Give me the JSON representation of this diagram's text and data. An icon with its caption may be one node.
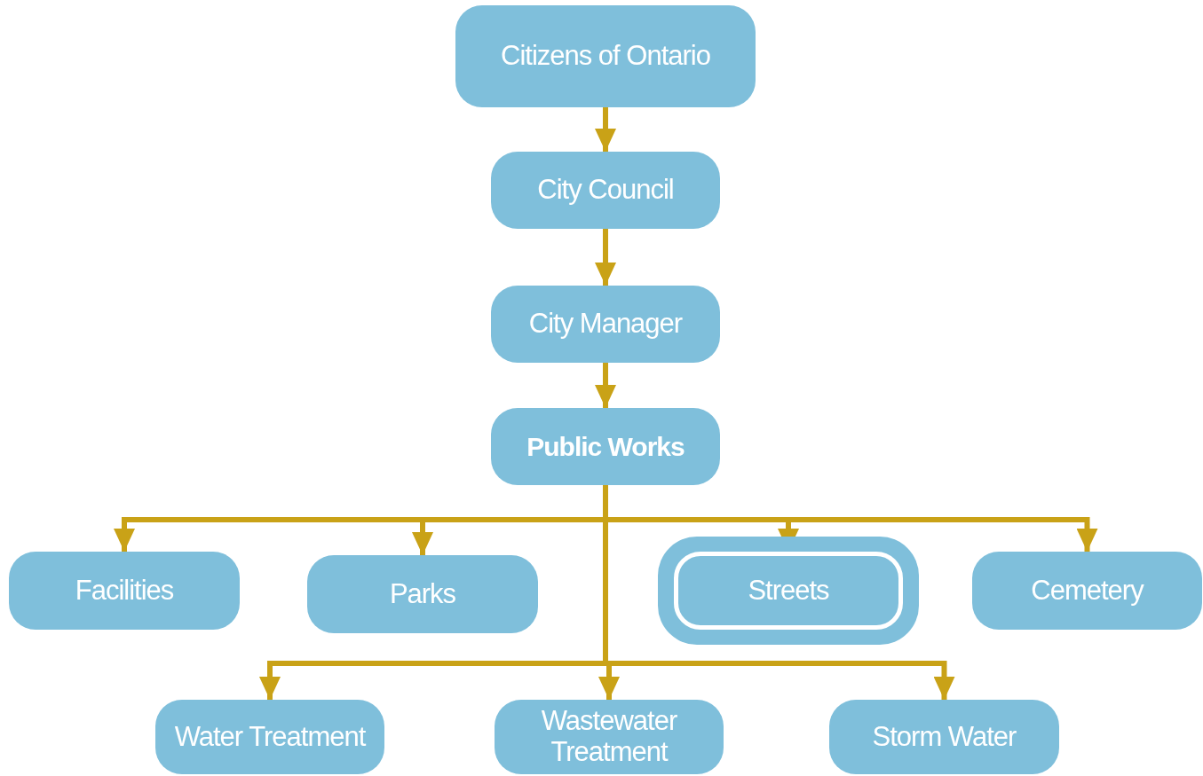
{
  "diagram": {
    "nodes": [
      {
        "text": [
          "Citizens of Ontario"
        ]
      },
      {
        "text": [
          "City Council"
        ]
      },
      {
        "text": [
          "City Manager"
        ]
      },
      {
        "text": [
          "Public Works"
        ]
      },
      {
        "text": [
          "Facilities"
        ]
      },
      {
        "text": [
          "Parks"
        ]
      },
      {
        "text": [],
        "shape": "box"
      },
      {
        "text": [
          "Streets"
        ],
        "in": 6
      },
      {
        "text": [
          "Cemetery"
        ]
      },
      {
        "text": [
          "Water Treatment"
        ]
      },
      {
        "text": [
          "Wastewater Treatment"
        ]
      },
      {
        "text": [
          "Storm Water"
        ]
      }
    ],
    "edges": [
      {
        "from": 0,
        "to": 1,
        "arrow": "to"
      },
      {
        "from": 1,
        "to": 2,
        "arrow": "to"
      },
      {
        "from": 2,
        "to": 3,
        "arrow": "to"
      },
      {
        "from": 3,
        "to": 4,
        "arrow": "to"
      },
      {
        "from": 3,
        "to": 5,
        "arrow": "to"
      },
      {
        "from": 3,
        "to": 7,
        "arrow": "to"
      },
      {
        "from": 3,
        "to": 8,
        "arrow": "to"
      },
      {
        "from": 3,
        "to": 9,
        "arrow": "to"
      },
      {
        "from": 3,
        "to": 10,
        "arrow": "to"
      },
      {
        "from": 3,
        "to": 11,
        "arrow": "to"
      }
    ]
  }
}
